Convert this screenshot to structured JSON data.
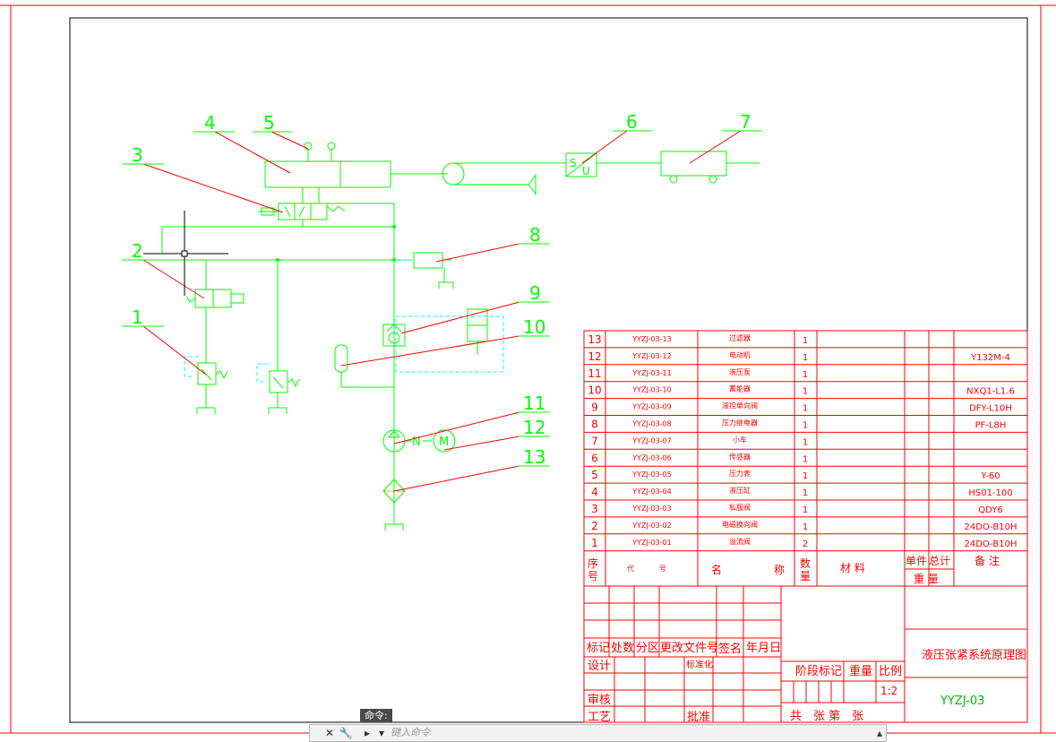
{
  "balloons": [
    "1",
    "2",
    "3",
    "4",
    "5",
    "6",
    "7",
    "8",
    "9",
    "10",
    "11",
    "12",
    "13"
  ],
  "symbols": {
    "motor": "M",
    "link": "N",
    "sensor_s": "S",
    "sensor_u": "U"
  },
  "bom": {
    "rows": [
      {
        "no": "13",
        "code": "YYZJ-03-13",
        "name": "过滤器",
        "qty": "1",
        "note": ""
      },
      {
        "no": "12",
        "code": "YYZJ-03-12",
        "name": "电动机",
        "qty": "1",
        "note": "Y132M-4"
      },
      {
        "no": "11",
        "code": "YYZJ-03-11",
        "name": "液压泵",
        "qty": "1",
        "note": ""
      },
      {
        "no": "10",
        "code": "YYZJ-03-10",
        "name": "蓄能器",
        "qty": "1",
        "note": "NXQ1-L1.6"
      },
      {
        "no": "9",
        "code": "YYZJ-03-09",
        "name": "液控单向阀",
        "qty": "1",
        "note": "DFY-L10H"
      },
      {
        "no": "8",
        "code": "YYZJ-03-08",
        "name": "压力继电器",
        "qty": "1",
        "note": "PF-L8H"
      },
      {
        "no": "7",
        "code": "YYZJ-03-07",
        "name": "小车",
        "qty": "1",
        "note": ""
      },
      {
        "no": "6",
        "code": "YYZJ-03-06",
        "name": "传感器",
        "qty": "1",
        "note": ""
      },
      {
        "no": "5",
        "code": "YYZJ-03-05",
        "name": "压力表",
        "qty": "1",
        "note": "Y-60"
      },
      {
        "no": "4",
        "code": "YYZJ-03-04",
        "name": "液压缸",
        "qty": "1",
        "note": "HS01-100"
      },
      {
        "no": "3",
        "code": "YYZJ-03-03",
        "name": "私服阀",
        "qty": "1",
        "note": "QDY6"
      },
      {
        "no": "2",
        "code": "YYZJ-03-02",
        "name": "电磁换向阀",
        "qty": "1",
        "note": "24DO-B10H"
      },
      {
        "no": "1",
        "code": "YYZJ-03-01",
        "name": "溢流阀",
        "qty": "2",
        "note": "24DO-B10H"
      }
    ],
    "header": {
      "seq_top": "序",
      "seq_bottom": "号",
      "code_a": "代",
      "code_b": "号",
      "name_a": "名",
      "name_b": "称",
      "qty_top": "数",
      "qty_bottom": "量",
      "material": "材 料",
      "unit": "单件",
      "total": "总计",
      "weight": "重 量",
      "remark": "备 注"
    }
  },
  "title_block": {
    "revision_headers": [
      "标记",
      "处数",
      "分区",
      "更改文件号",
      "签名",
      "年月日"
    ],
    "design": "设计",
    "standardize": "标准化",
    "review": "审核",
    "process": "工艺",
    "approve": "批准",
    "stage_mark": "阶段标记",
    "weight": "重量",
    "scale_label": "比例",
    "scale": "1:2",
    "sheets": "共　张 第　张",
    "drawing_title": "液压张紧系统原理图",
    "drawing_number": "YYZJ-03"
  },
  "command": {
    "label": "命令:",
    "placeholder": "键入命令"
  }
}
